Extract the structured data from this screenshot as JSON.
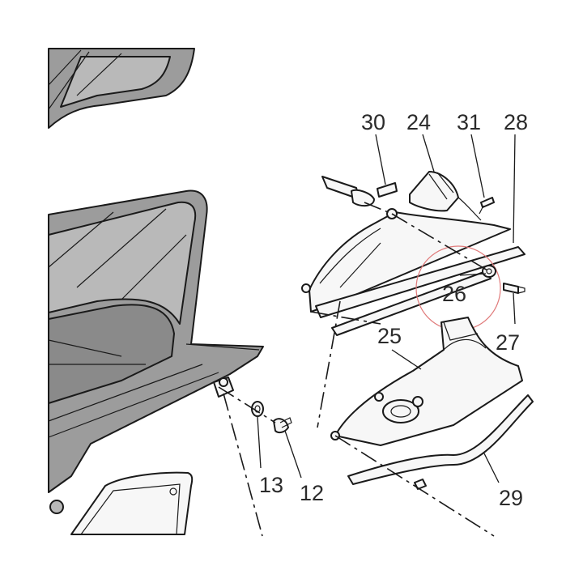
{
  "callouts": [
    {
      "id": "c30",
      "label": "30"
    },
    {
      "id": "c24",
      "label": "24"
    },
    {
      "id": "c31",
      "label": "31"
    },
    {
      "id": "c28",
      "label": "28"
    },
    {
      "id": "c26",
      "label": "26"
    },
    {
      "id": "c27",
      "label": "27"
    },
    {
      "id": "c25",
      "label": "25"
    },
    {
      "id": "c13",
      "label": "13"
    },
    {
      "id": "c12",
      "label": "12"
    },
    {
      "id": "c29",
      "label": "29"
    }
  ],
  "colors": {
    "bodywork": "#9c9c9c",
    "highlight_ring": "#e07a7a",
    "line": "#1a1a1a"
  }
}
